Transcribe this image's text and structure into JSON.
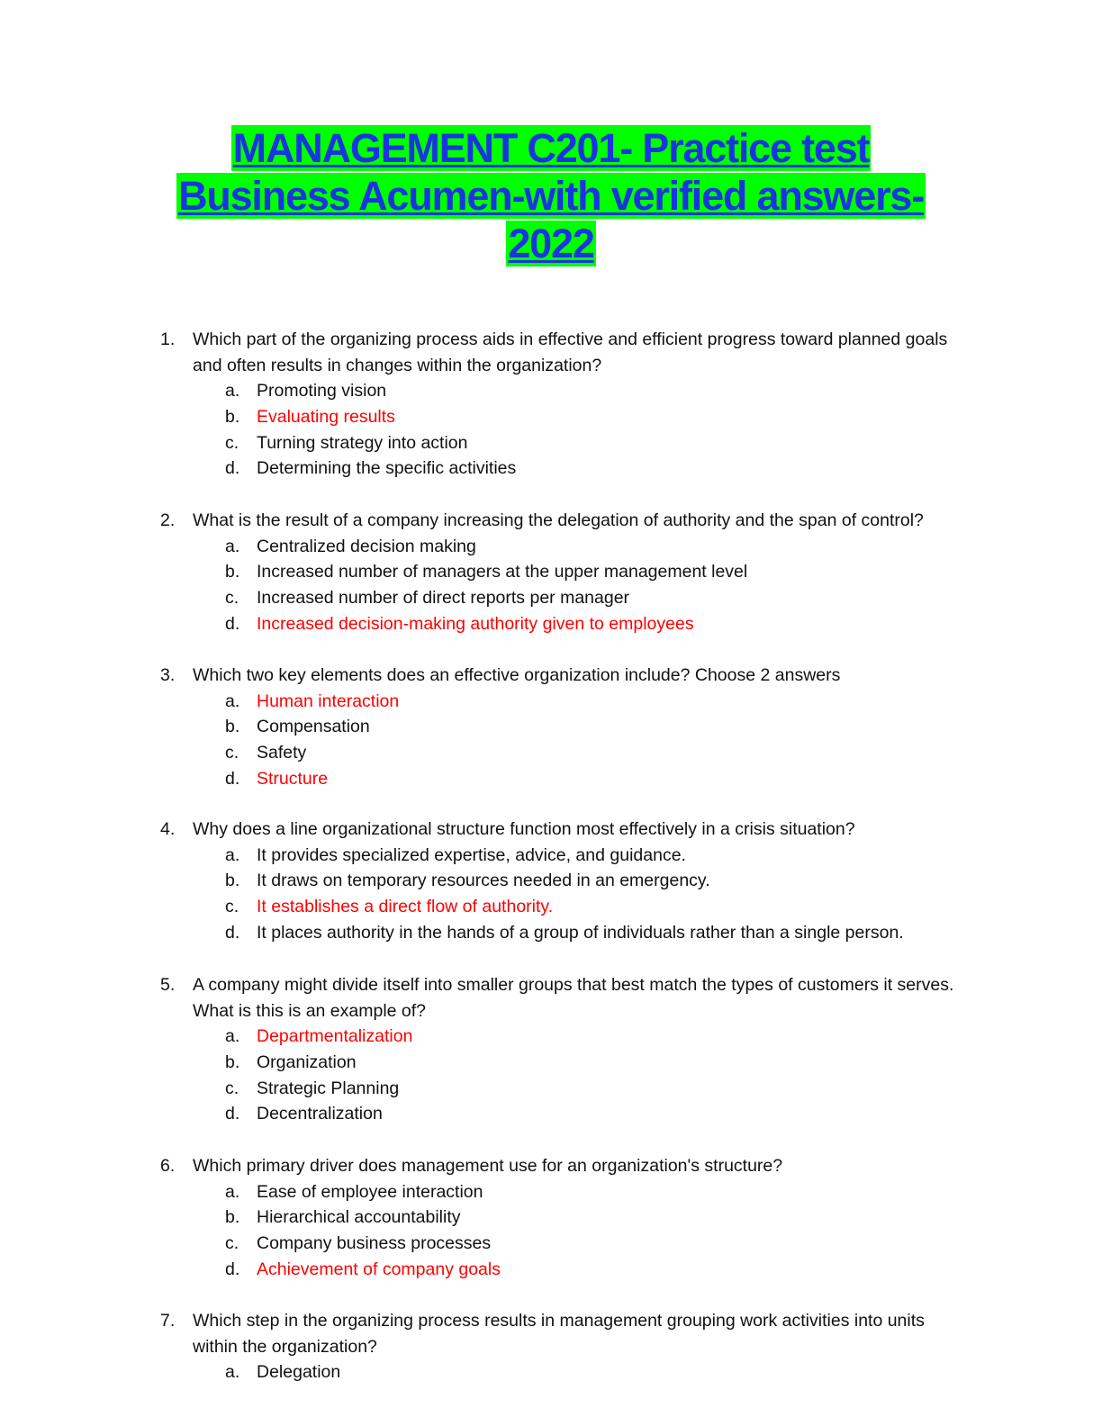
{
  "title": {
    "lines": [
      "MANAGEMENT C201- Practice test",
      "Business Acumen-with verified answers-",
      "2022"
    ]
  },
  "colors": {
    "title_text": "#1a35e0",
    "title_highlight": "#00ff00",
    "correct_answer": "#ff0000"
  },
  "questions": [
    {
      "number": "1.",
      "text": "Which part of the organizing process aids in effective and efficient progress toward planned goals and often results in changes within the organization?",
      "options": [
        {
          "letter": "a.",
          "text": "Promoting vision",
          "correct": false
        },
        {
          "letter": "b.",
          "text": "Evaluating results",
          "correct": true
        },
        {
          "letter": "c.",
          "text": "Turning strategy into action",
          "correct": false
        },
        {
          "letter": "d.",
          "text": "Determining the specific activities",
          "correct": false
        }
      ]
    },
    {
      "number": "2.",
      "text": "What is the result of a company increasing the delegation of authority and the span of control?",
      "options": [
        {
          "letter": "a.",
          "text": "Centralized decision making",
          "correct": false
        },
        {
          "letter": "b.",
          "text": "Increased number of managers at the upper management level",
          "correct": false
        },
        {
          "letter": "c.",
          "text": "Increased number of direct reports per manager",
          "correct": false
        },
        {
          "letter": "d.",
          "text": "Increased decision-making authority given to employees",
          "correct": true
        }
      ]
    },
    {
      "number": "3.",
      "text": "Which two key elements does an effective organization include? Choose 2 answers",
      "options": [
        {
          "letter": "a.",
          "text": "Human interaction",
          "correct": true
        },
        {
          "letter": "b.",
          "text": "Compensation",
          "correct": false
        },
        {
          "letter": "c.",
          "text": "Safety",
          "correct": false
        },
        {
          "letter": "d.",
          "text": "Structure",
          "correct": true
        }
      ]
    },
    {
      "number": "4.",
      "text": "Why does a line organizational structure function most effectively in a crisis situation?",
      "options": [
        {
          "letter": "a.",
          "text": "It provides specialized expertise, advice, and guidance.",
          "correct": false
        },
        {
          "letter": "b.",
          "text": "It draws on temporary resources needed in an emergency.",
          "correct": false
        },
        {
          "letter": "c.",
          "text": "It establishes a direct flow of authority.",
          "correct": true
        },
        {
          "letter": "d.",
          "text": "It places authority in the hands of a group of individuals rather than a single person.",
          "correct": false
        }
      ]
    },
    {
      "number": "5.",
      "text": "A company might divide itself into smaller groups that best match the types of customers it serves. What is this is an example of?",
      "options": [
        {
          "letter": "a.",
          "text": "Departmentalization",
          "correct": true
        },
        {
          "letter": "b.",
          "text": "Organization",
          "correct": false
        },
        {
          "letter": "c.",
          "text": "Strategic Planning",
          "correct": false
        },
        {
          "letter": "d.",
          "text": "Decentralization",
          "correct": false
        }
      ]
    },
    {
      "number": "6.",
      "text": "Which primary driver does management use for an organization's structure?",
      "options": [
        {
          "letter": "a.",
          "text": "Ease of employee interaction",
          "correct": false
        },
        {
          "letter": "b.",
          "text": "Hierarchical accountability",
          "correct": false
        },
        {
          "letter": "c.",
          "text": "Company business processes",
          "correct": false
        },
        {
          "letter": "d.",
          "text": "Achievement of company goals",
          "correct": true
        }
      ]
    },
    {
      "number": "7.",
      "text": "Which step in the organizing process results in management grouping work activities into units within the organization?",
      "options": [
        {
          "letter": "a.",
          "text": "Delegation",
          "correct": false
        }
      ]
    }
  ]
}
